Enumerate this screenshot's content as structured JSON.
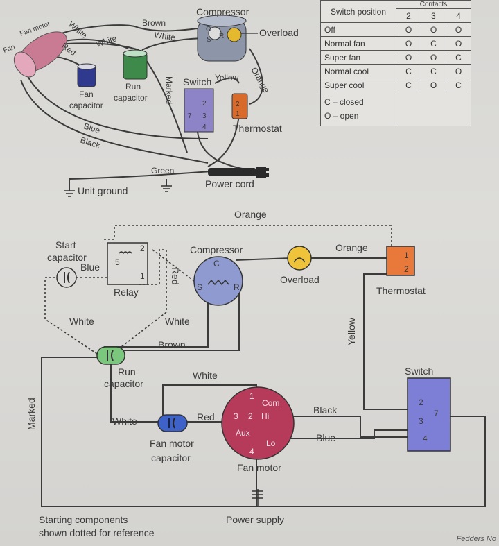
{
  "top": {
    "fan_motor": "Fan motor",
    "fan_text": "Fan",
    "compressor": "Compressor",
    "overload": "Overload",
    "fan_capacitor": [
      "Fan",
      "capacitor"
    ],
    "run_capacitor": [
      "Run",
      "capacitor"
    ],
    "switch": "Switch",
    "thermostat": "Thermostat",
    "unit_ground": "Unit ground",
    "power_cord": "Power cord",
    "wires": {
      "white1": "White",
      "red": "Red",
      "white2": "White",
      "brown": "Brown",
      "white3": "White",
      "marked": "Marked",
      "yellow": "Yellow",
      "orange": "Orange",
      "blue": "Blue",
      "black": "Black",
      "green": "Green"
    },
    "switch_terminals": [
      "7",
      "2",
      "3",
      "4"
    ],
    "thermostat_terminals": [
      "2",
      "1"
    ],
    "compressor_terminals": [
      "C",
      "S",
      "R"
    ]
  },
  "table": {
    "header_position": "Switch position",
    "header_contacts": "Contacts",
    "columns": [
      "2",
      "3",
      "4"
    ],
    "rows": [
      {
        "position": "Off",
        "states": [
          "O",
          "O",
          "O"
        ]
      },
      {
        "position": "Normal fan",
        "states": [
          "O",
          "C",
          "O"
        ]
      },
      {
        "position": "Super fan",
        "states": [
          "O",
          "O",
          "C"
        ]
      },
      {
        "position": "Normal cool",
        "states": [
          "C",
          "C",
          "O"
        ]
      },
      {
        "position": "Super cool",
        "states": [
          "C",
          "O",
          "C"
        ]
      }
    ],
    "legend": [
      "C – closed",
      "O – open"
    ]
  },
  "bottom": {
    "start_capacitor": [
      "Start",
      "capacitor"
    ],
    "relay": "Relay",
    "relay_terminals": [
      "2",
      "5",
      "1"
    ],
    "compressor": "Compressor",
    "compressor_terminals": [
      "C",
      "S",
      "R"
    ],
    "overload": "Overload",
    "thermostat": "Thermostat",
    "thermostat_terminals": [
      "1",
      "2"
    ],
    "run_capacitor": [
      "Run",
      "capacitor"
    ],
    "fan_motor_capacitor": [
      "Fan motor",
      "capacitor"
    ],
    "fan_motor": "Fan motor",
    "fan_motor_terminals": {
      "t1": "1",
      "t2": "2",
      "t3": "3",
      "t4": "4",
      "com": "Com",
      "hi": "Hi",
      "aux": "Aux",
      "lo": "Lo"
    },
    "switch": "Switch",
    "switch_terminals": [
      "2",
      "3",
      "4",
      "7"
    ],
    "power_supply": "Power supply",
    "note": [
      "Starting components",
      "shown dotted for reference"
    ],
    "wires": {
      "orange_dotted": "Orange",
      "orange": "Orange",
      "blue": "Blue",
      "red": "Red",
      "white_left": "White",
      "white_mid": "White",
      "brown": "Brown",
      "yellow": "Yellow",
      "white_fan": "White",
      "white_low": "White",
      "red_fan": "Red",
      "black": "Black",
      "blue_fan": "Blue",
      "marked": "Marked"
    }
  },
  "credit": "Fedders No"
}
